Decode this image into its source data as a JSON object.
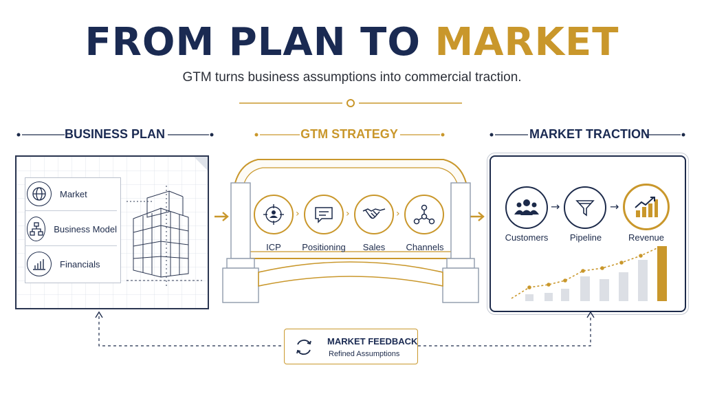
{
  "title": {
    "main": "FROM PLAN TO",
    "accent": "MARKET"
  },
  "subtitle": "GTM turns business assumptions into commercial traction.",
  "sections": {
    "business_plan": {
      "heading": "BUSINESS PLAN",
      "items": [
        {
          "label": "Market",
          "icon": "globe-icon"
        },
        {
          "label": "Business Model",
          "icon": "org-chart-icon"
        },
        {
          "label": "Financials",
          "icon": "bar-chart-icon"
        }
      ]
    },
    "gtm_strategy": {
      "heading": "GTM STRATEGY",
      "steps": [
        {
          "label": "ICP",
          "icon": "target-person-icon"
        },
        {
          "label": "Positioning",
          "icon": "message-icon"
        },
        {
          "label": "Sales",
          "icon": "handshake-icon"
        },
        {
          "label": "Channels",
          "icon": "network-icon"
        }
      ]
    },
    "market_traction": {
      "heading": "MARKET TRACTION",
      "steps": [
        {
          "label": "Customers",
          "icon": "people-icon"
        },
        {
          "label": "Pipeline",
          "icon": "funnel-icon"
        },
        {
          "label": "Revenue",
          "icon": "growth-chart-icon"
        }
      ]
    }
  },
  "feedback": {
    "title": "MARKET FEEDBACK",
    "subtitle": "Refined Assumptions",
    "icon": "refresh-icon"
  },
  "colors": {
    "navy": "#1a2a52",
    "gold": "#c9972b"
  }
}
